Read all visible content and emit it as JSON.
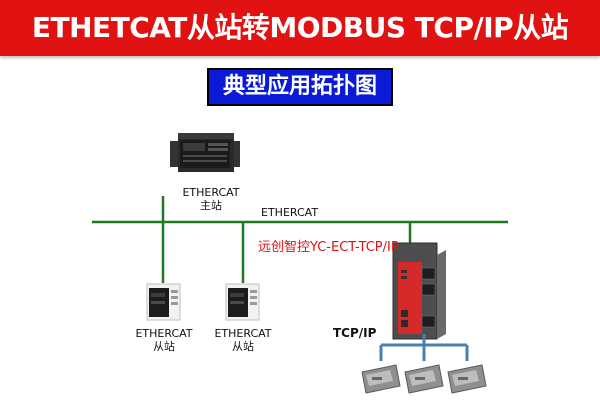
{
  "banner": {
    "title": "ETHETCAT从站转MODBUS TCP/IP从站"
  },
  "subtitle": "典型应用拓扑图",
  "master": {
    "line1": "ETHERCAT",
    "line2": "主站"
  },
  "bus_label": "ETHERCAT",
  "gateway_label": "远创智控YC-ECT-TCP/IP",
  "slaves": [
    {
      "line1": "ETHERCAT",
      "line2": "从站"
    },
    {
      "line1": "ETHERCAT",
      "line2": "从站"
    }
  ],
  "tcp_label": "TCP/IP",
  "colors": {
    "banner": "#e11212",
    "subtitle_bg": "#0a1ad6",
    "ethercat_bus": "#1f7a1f",
    "tcp_bus": "#4a7fb5",
    "gateway_label": "#e11212"
  }
}
